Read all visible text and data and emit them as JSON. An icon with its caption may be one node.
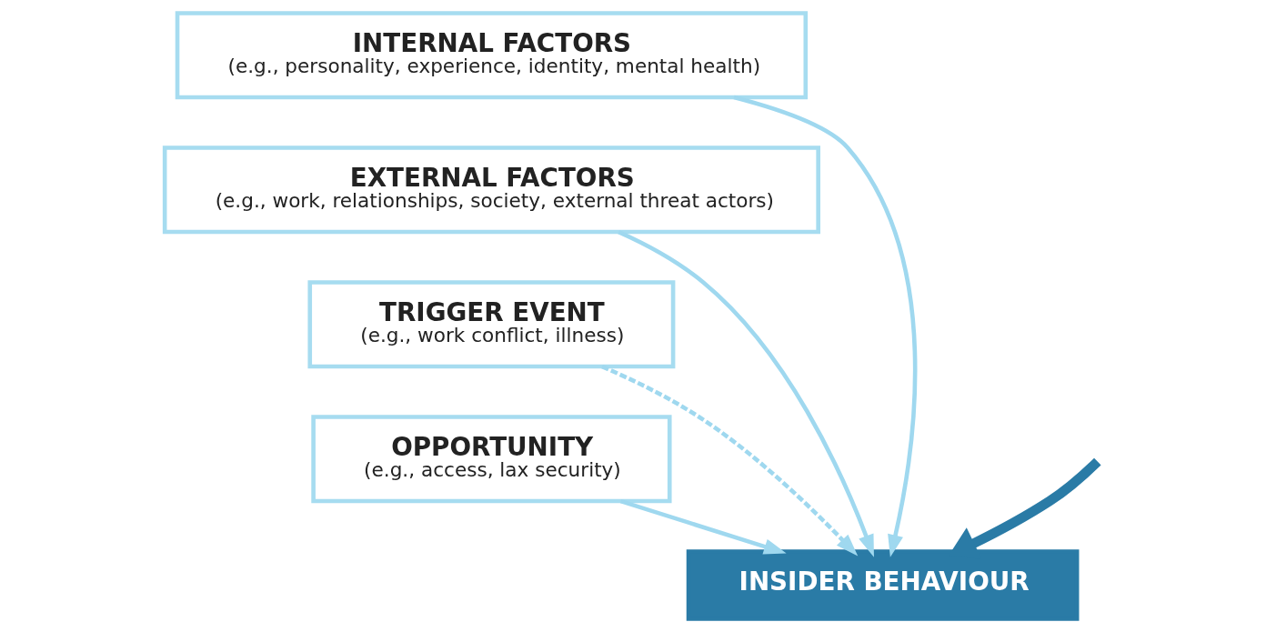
{
  "diagram": {
    "nodes": [
      {
        "text": [
          "INTERNAL FACTORS",
          "(e.g., personality, experience, identity, mental health)"
        ]
      },
      {
        "text": [
          "EXTERNAL FACTORS",
          "(e.g., work, relationships, society, external threat actors)"
        ]
      },
      {
        "text": [
          "TRIGGER EVENT",
          "(e.g., work conflict, illness)"
        ]
      },
      {
        "text": [
          "OPPORTUNITY",
          "(e.g., access, lax security)"
        ]
      },
      {
        "text": [
          "INSIDER BEHAVIOUR"
        ]
      }
    ],
    "edges": [
      {
        "from": 0,
        "to": 4,
        "arrow": "to"
      },
      {
        "from": 1,
        "to": 4,
        "arrow": "to"
      },
      {
        "from": 2,
        "to": 4,
        "arrow": "to",
        "style": "dashed"
      },
      {
        "from": 3,
        "to": 4,
        "arrow": "to"
      },
      {
        "from": null,
        "to": 4,
        "arrow": "to",
        "style": "thick",
        "color": "#2a7ba6"
      }
    ]
  }
}
